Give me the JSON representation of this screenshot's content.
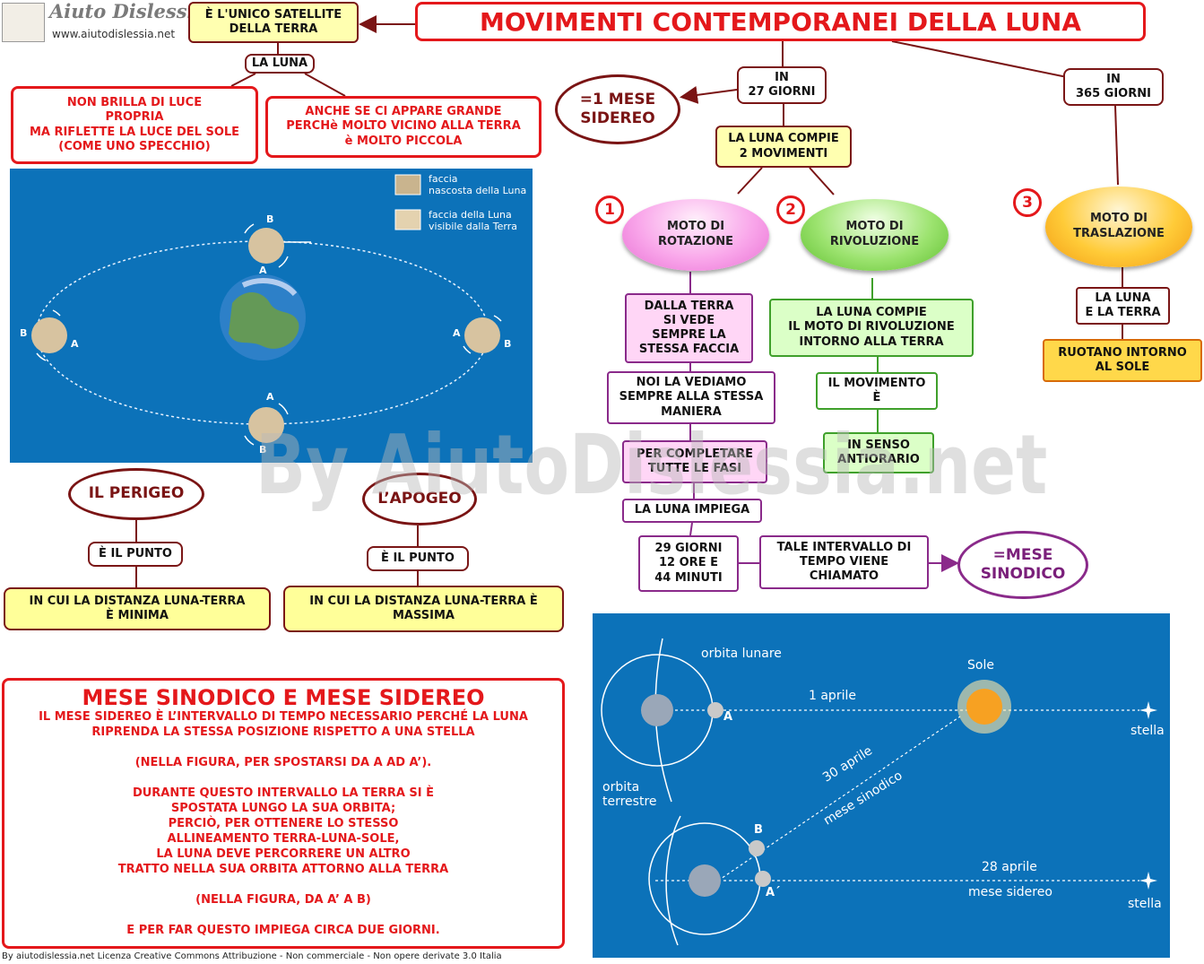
{
  "logo": {
    "name": "Aiuto Dislessia",
    "url": "www.aiutodislessia.net"
  },
  "title": "MOVIMENTI CONTEMPORANEI DELLA LUNA",
  "left": {
    "satellite": "È L'UNICO SATELLITE\nDELLA TERRA",
    "la_luna": "LA LUNA",
    "no_light": "NON BRILLA DI LUCE\nPROPRIA\nMA RIFLETTE LA LUCE DEL SOLE\n(COME UNO SPECCHIO)",
    "small": "ANCHE SE CI APPARE GRANDE\nPERCHè MOLTO VICINO ALLA TERRA\nè MOLTO PICCOLA"
  },
  "orbit_figure": {
    "legend_hidden": "faccia\nnascosta della Luna",
    "legend_visible": "faccia della Luna\nvisibile dalla Terra",
    "label_a": "A",
    "label_b": "B"
  },
  "perigeo": {
    "title": "IL PERIGEO",
    "point": "È IL PUNTO",
    "desc": "IN CUI LA DISTANZA LUNA-TERRA\nÈ MINIMA"
  },
  "apogeo": {
    "title": "L’APOGEO",
    "point": "È IL PUNTO",
    "desc": "IN CUI LA DISTANZA LUNA-TERRA È\nMASSIMA"
  },
  "mese_box": {
    "title": "MESE SINODICO E MESE SIDEREO",
    "text": "IL MESE SIDEREO È L’INTERVALLO DI TEMPO NECESSARIO PERCHÉ LA LUNA\nRIPRENDA LA STESSA POSIZIONE RISPETTO A UNA STELLA\n\n(NELLA FIGURA, PER SPOSTARSI DA A AD A’).\n\nDURANTE QUESTO INTERVALLO LA TERRA SI È\nSPOSTATA LUNGO LA SUA ORBITA;\nPERCIÒ, PER OTTENERE LO STESSO\nALLINEAMENTO TERRA-LUNA-SOLE,\nLA LUNA DEVE PERCORRERE UN ALTRO\nTRATTO NELLA SUA ORBITA ATTORNO ALLA TERRA\n\n(NELLA FIGURA, DA A’ A B)\n\nE PER FAR QUESTO IMPIEGA CIRCA DUE GIORNI."
  },
  "center": {
    "in27": "IN\n27 GIORNI",
    "mese_sidereo": "=1 MESE\nSIDEREO",
    "two_moves": "LA LUNA COMPIE\n2 MOVIMENTI",
    "num1": "1",
    "num2": "2",
    "num3": "3",
    "rotazione": "MOTO DI\nROTAZIONE",
    "rivoluzione": "MOTO DI\nRIVOLUZIONE",
    "dalla_terra": "DALLA TERRA\nSI VEDE\nSEMPRE LA\nSTESSA FACCIA",
    "noi": "NOI LA VEDIAMO\nSEMPRE ALLA STESSA\nMANIERA",
    "per_completare": "PER COMPLETARE\nTUTTE LE FASI",
    "impiega": "LA LUNA IMPIEGA",
    "giorni29": "29 GIORNI\n12 ORE E\n44 MINUTI",
    "tale": "TALE INTERVALLO DI\nTEMPO VIENE\nCHIAMATO",
    "mese_sinodico": "=MESE\nSINODICO",
    "compie_riv": "LA LUNA COMPIE\nIL MOTO DI RIVOLUZIONE\nINTORNO ALLA TERRA",
    "movimento": "IL MOVIMENTO\nÈ",
    "antiorario": "IN SENSO\nANTIORARIO"
  },
  "right": {
    "in365": "IN\n365 GIORNI",
    "traslazione": "MOTO DI\nTRASLAZIONE",
    "luna_terra": "LA LUNA\nE LA TERRA",
    "ruotano": "RUOTANO INTORNO\nAL SOLE"
  },
  "month_figure": {
    "orbita_lunare": "orbita lunare",
    "sole": "Sole",
    "aprile1": "1 aprile",
    "stella1": "stella",
    "orbita_terrestre": "orbita\nterrestre",
    "aprile30": "30 aprile",
    "mese_sinodico": "mese sinodico",
    "aprile28": "28 aprile",
    "mese_sidereo": "mese sidereo",
    "stella2": "stella",
    "label_a": "A",
    "label_b": "B",
    "label_a2": "A´"
  },
  "watermark": "By AiutoDislessia.net",
  "footer": "By aiutodislessia.net Licenza Creative Commons Attribuzione - Non commerciale - Non opere derivate 3.0 Italia",
  "colors": {
    "red": "#e4181b",
    "dark_red": "#7a1414",
    "purple": "#8a2a8a",
    "green": "#3fa02b",
    "orange": "#d86b08",
    "panel_blue": "#0c72b9"
  }
}
